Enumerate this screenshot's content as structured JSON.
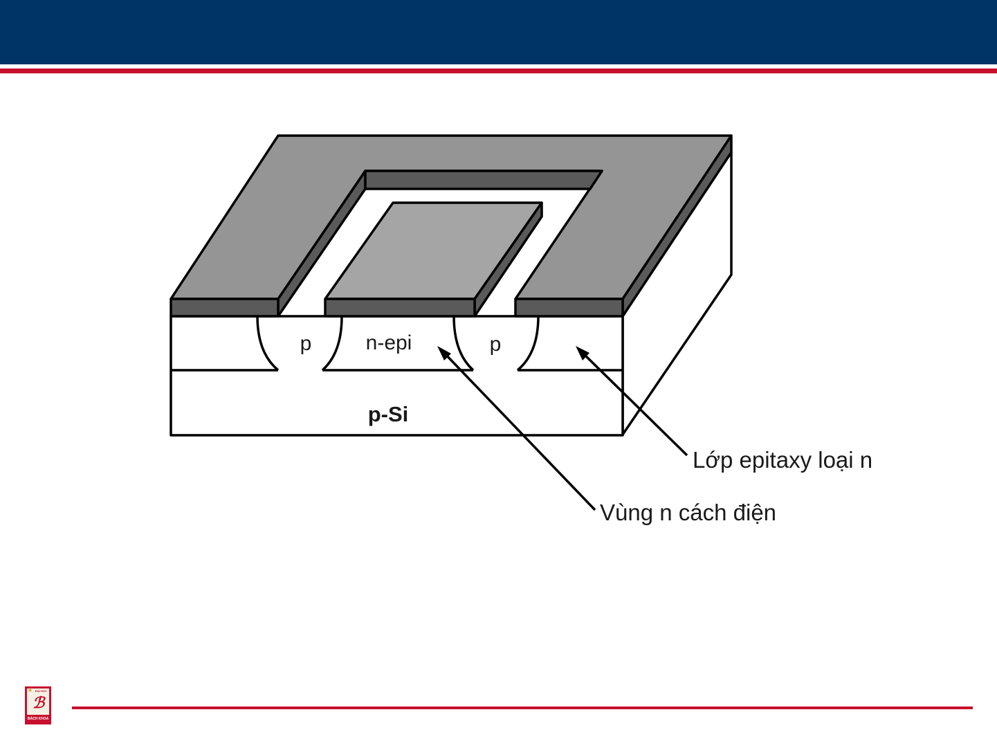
{
  "slide": {
    "colors": {
      "header": "#003366",
      "accent_red": "#c8102e",
      "metal_top": "#959595",
      "metal_edge": "#5a5a5a",
      "center_pad": "#a5a5a5"
    }
  },
  "diagram": {
    "label_p_left": "p",
    "label_n_epi": "n-epi",
    "label_p_right": "p",
    "label_substrate": "p-Si",
    "callout_epitaxy": "Lớp epitaxy loại n",
    "callout_isolated": "Vùng n cách điện"
  },
  "logo": {
    "text_top": "ĐẠI HỌC",
    "text_bottom": "BÁCH KHOA",
    "icon": "bach-khoa-logo-icon"
  }
}
